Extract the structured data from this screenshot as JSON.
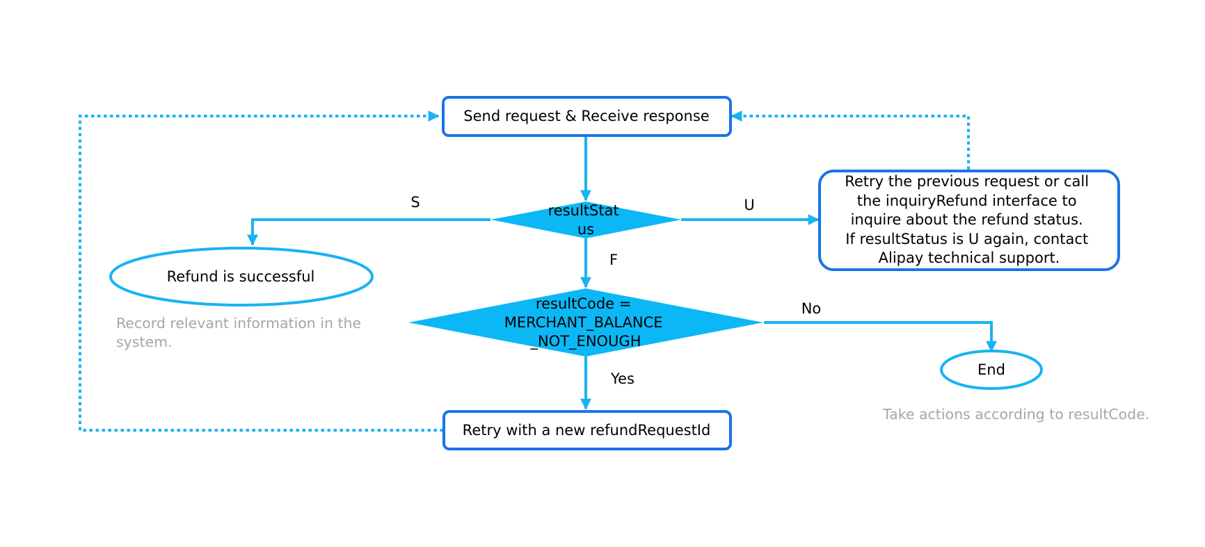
{
  "colors": {
    "box_stroke": "#1a73e8",
    "flow_line": "#19b3f3",
    "diamond_fill": "#0bb8f5",
    "note_text": "#a6a6a6",
    "text": "#000000"
  },
  "nodes": {
    "send_request": {
      "label": "Send request & Receive response"
    },
    "result_status": {
      "lines": [
        "resultStat",
        "us"
      ]
    },
    "retry_or_inquire": {
      "lines": [
        "Retry the previous request or call",
        "the inquiryRefund interface to",
        "inquire about the refund status.",
        "If resultStatus is U again, contact",
        "Alipay technical support."
      ]
    },
    "refund_successful": {
      "label": "Refund is successful"
    },
    "result_code": {
      "lines": [
        "resultCode =",
        "MERCHANT_BALANCE",
        "_NOT_ENOUGH"
      ]
    },
    "end": {
      "label": "End"
    },
    "retry_new_id": {
      "label": "Retry with a new refundRequestId"
    }
  },
  "edge_labels": {
    "s": "S",
    "u": "U",
    "f": "F",
    "no": "No",
    "yes": "Yes"
  },
  "notes": {
    "record_info": [
      "Record relevant information in the",
      "system."
    ],
    "take_actions": "Take actions according to resultCode."
  }
}
